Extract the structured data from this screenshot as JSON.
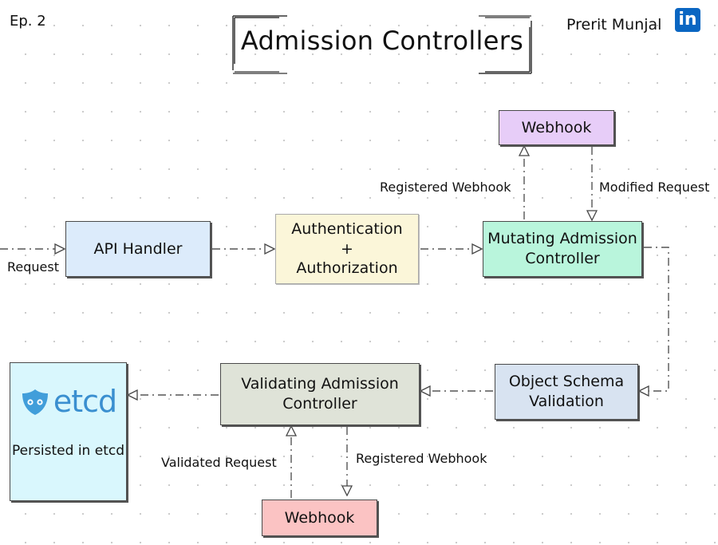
{
  "header": {
    "episode": "Ep. 2",
    "title": "Admission Controllers",
    "author": "Prerit Munjal",
    "author_icon": "linkedin-icon",
    "author_icon_text": "in"
  },
  "nodes": {
    "api_handler": "API Handler",
    "auth_line1": "Authentication",
    "auth_line2": "+",
    "auth_line3": "Authorization",
    "mutating_line1": "Mutating Admission",
    "mutating_line2": "Controller",
    "webhook_top": "Webhook",
    "object_schema_line1": "Object Schema",
    "object_schema_line2": "Validation",
    "validating_line1": "Validating Admission",
    "validating_line2": "Controller",
    "webhook_bottom": "Webhook",
    "etcd_logo": "etcd",
    "etcd_label": "Persisted in etcd"
  },
  "edge_labels": {
    "request": "Request",
    "registered_webhook_top": "Registered Webhook",
    "modified_request": "Modified Request",
    "validated_request": "Validated Request",
    "registered_webhook_bottom": "Registered Webhook"
  },
  "colors": {
    "api_handler": "#dcebfb",
    "auth": "#fbf6d9",
    "mutating": "#b9f5dc",
    "webhook_top": "#e7cdf8",
    "object_schema": "#d8e3f1",
    "validating": "#dfe3d8",
    "webhook_bottom": "#fbc3c3",
    "etcd": "#d9f7fd",
    "linkedin": "#0a66c2"
  }
}
